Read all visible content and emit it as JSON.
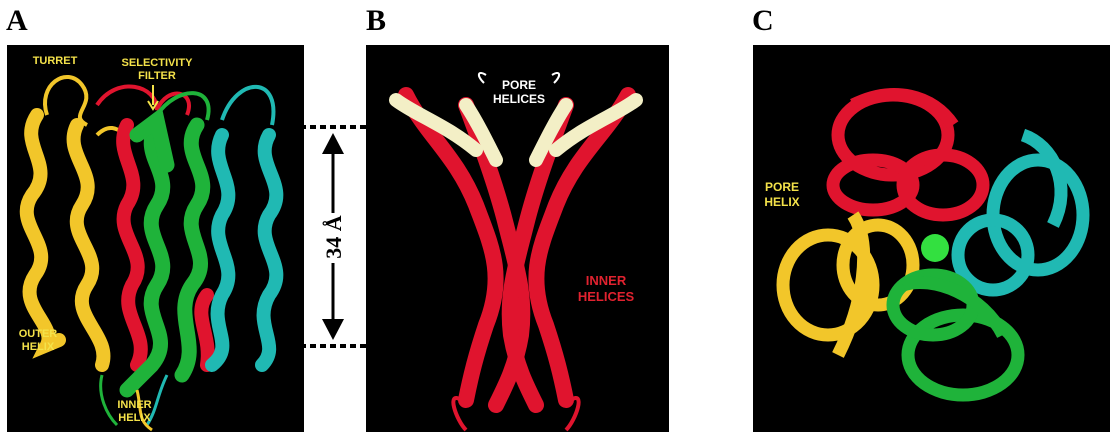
{
  "panels": {
    "a": {
      "letter": "A",
      "labels": {
        "turret": "TURRET",
        "selectivity_filter": "SELECTIVITY FILTER",
        "outer_helix": "OUTER HELIX",
        "inner_helix": "INNER HELIX"
      }
    },
    "b": {
      "letter": "B",
      "labels": {
        "pore_helices": "PORE HELICES",
        "inner_helices": "INNER HELICES"
      }
    },
    "c": {
      "letter": "C",
      "labels": {
        "pore_helix": "PORE HELIX"
      }
    }
  },
  "dimension": {
    "text": "34 Å"
  },
  "colors": {
    "yellow": "#f2c62a",
    "red": "#e0142e",
    "green": "#1fb33a",
    "cyan": "#20b9b3",
    "cream": "#f3efc6",
    "ion": "#33e040"
  }
}
